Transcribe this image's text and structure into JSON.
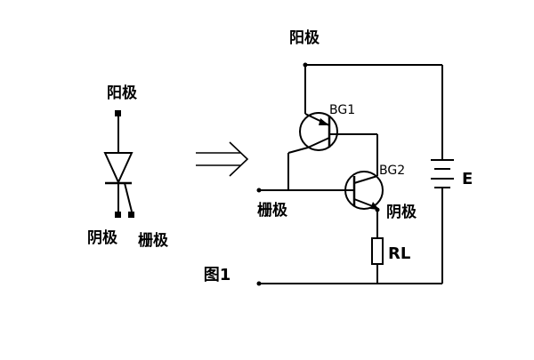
{
  "figure": {
    "caption": "图1",
    "symbol": {
      "anode_label": "阳极",
      "cathode_label": "阴极",
      "gate_label": "栅极"
    },
    "equivalent_circuit": {
      "anode_label": "阳极",
      "gate_label": "栅极",
      "cathode_label": "阴极",
      "transistor1_label": "BG1",
      "transistor2_label": "BG2",
      "battery_label": "E",
      "resistor_label": "RL"
    },
    "arrow": "double-right-arrow"
  }
}
